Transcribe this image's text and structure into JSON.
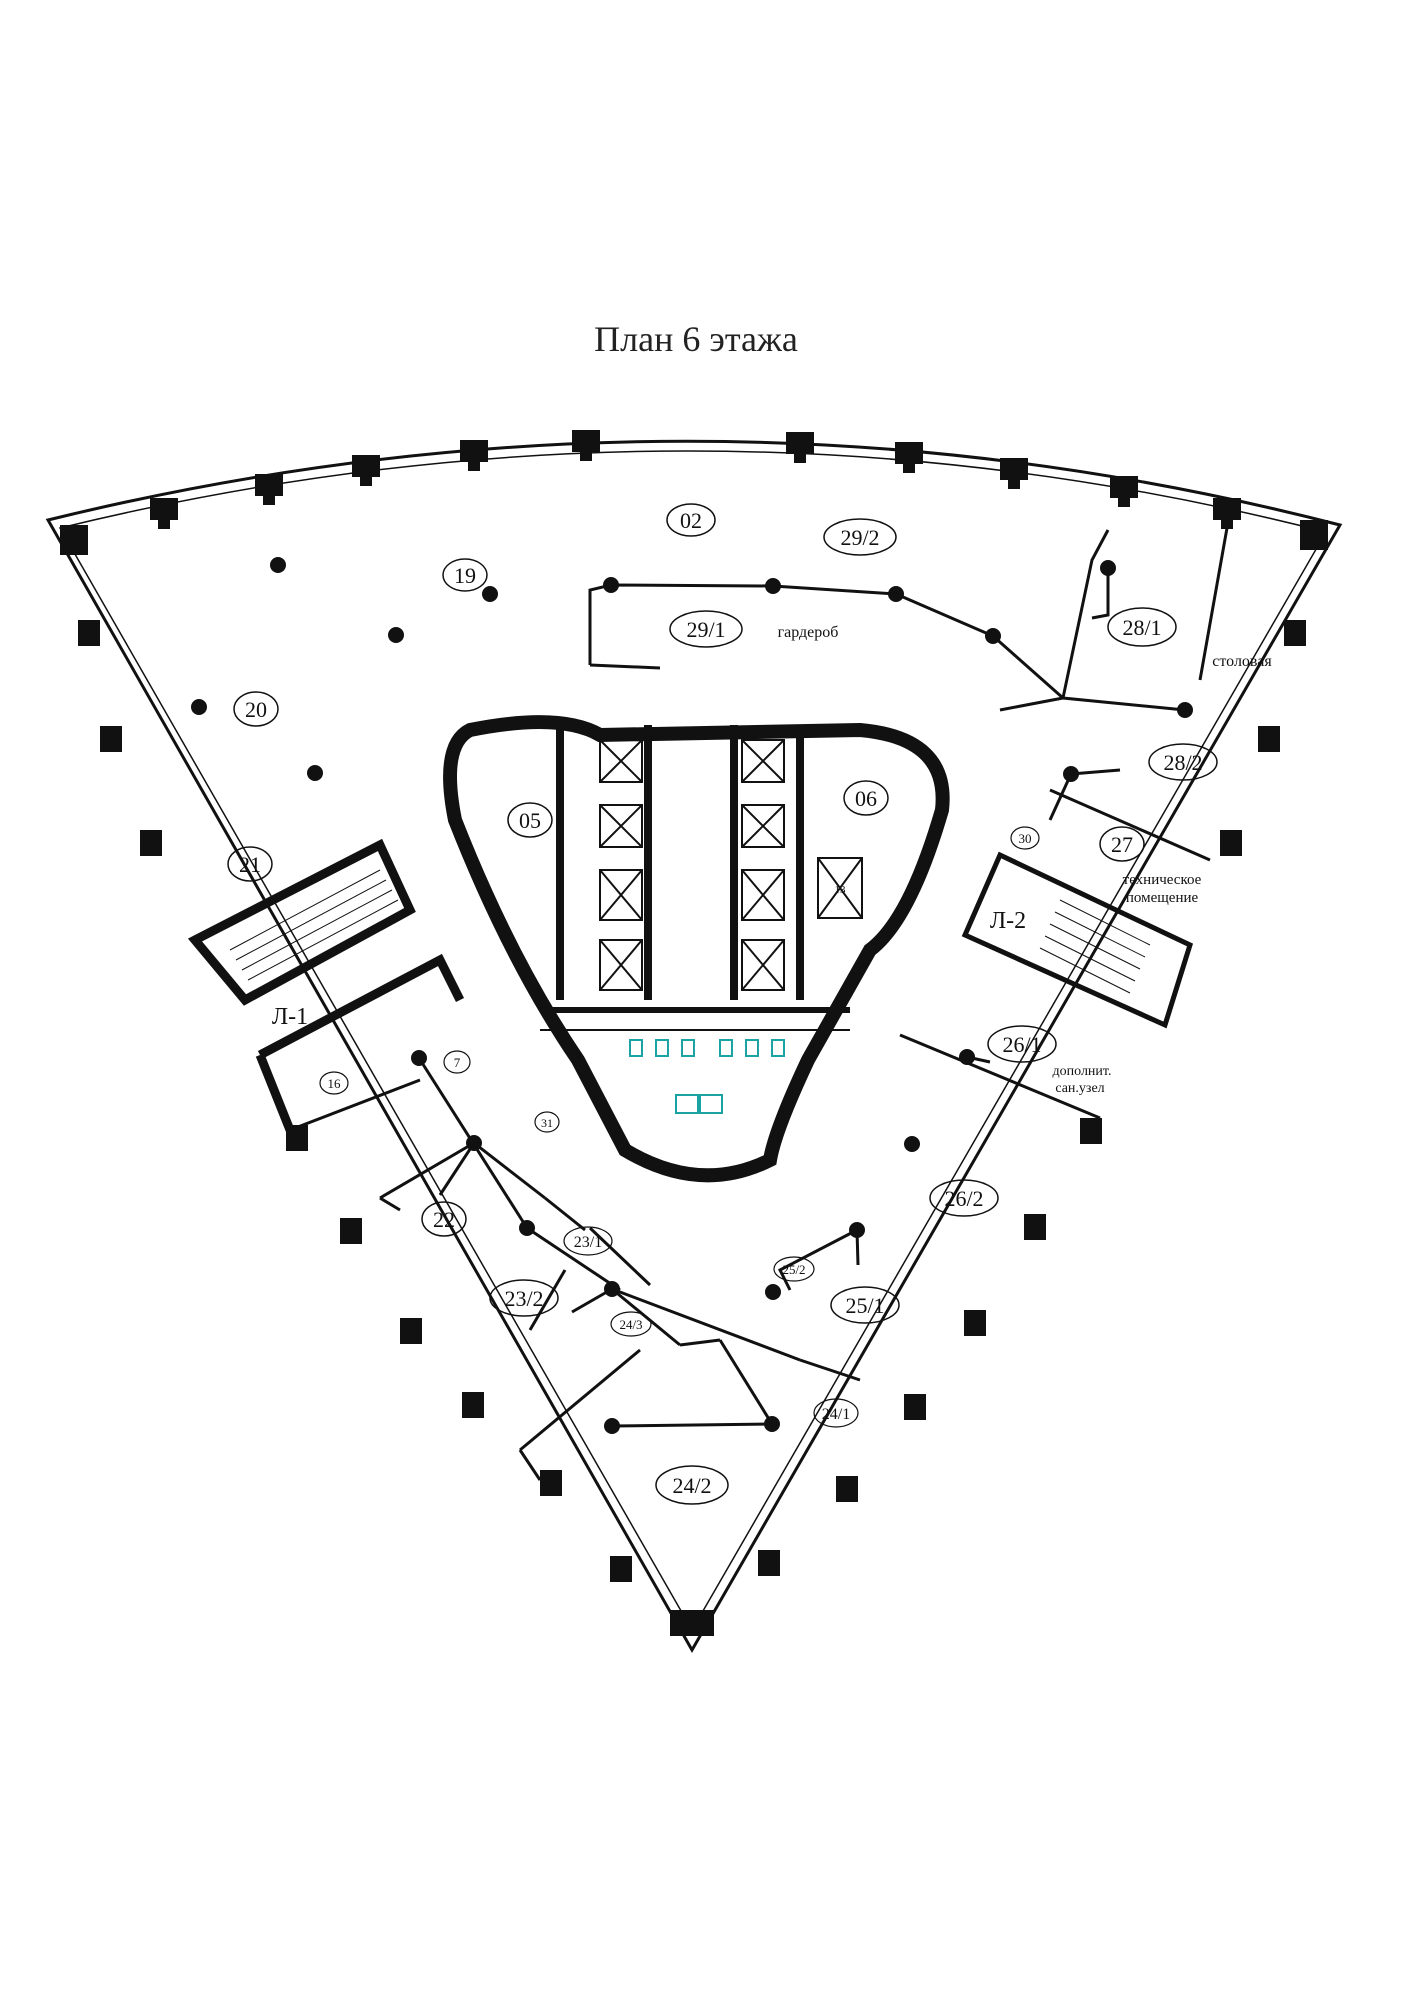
{
  "title": "План 6 этажа",
  "rooms": [
    {
      "id": "02",
      "circled": true
    },
    {
      "id": "29/2",
      "circled": true
    },
    {
      "id": "19",
      "circled": true
    },
    {
      "id": "29/1",
      "circled": true
    },
    {
      "id": "гардероб",
      "circled": false
    },
    {
      "id": "28/1",
      "circled": true
    },
    {
      "id": "столовая",
      "circled": false
    },
    {
      "id": "20",
      "circled": true
    },
    {
      "id": "05",
      "circled": true
    },
    {
      "id": "06",
      "circled": true
    },
    {
      "id": "28/2",
      "circled": true
    },
    {
      "id": "30",
      "circled": true
    },
    {
      "id": "27",
      "circled": true
    },
    {
      "id": "техническое",
      "circled": false
    },
    {
      "id": "помещение",
      "circled": false
    },
    {
      "id": "21",
      "circled": true
    },
    {
      "id": "Л-2",
      "circled": false
    },
    {
      "id": "Л-1",
      "circled": false
    },
    {
      "id": "7",
      "circled": true
    },
    {
      "id": "16",
      "circled": true
    },
    {
      "id": "26/1",
      "circled": true
    },
    {
      "id": "дополнит.",
      "circled": false
    },
    {
      "id": "сан.узел",
      "circled": false
    },
    {
      "id": "31",
      "circled": true
    },
    {
      "id": "22",
      "circled": true
    },
    {
      "id": "26/2",
      "circled": true
    },
    {
      "id": "23/1",
      "circled": true
    },
    {
      "id": "25/2",
      "circled": true
    },
    {
      "id": "23/2",
      "circled": true
    },
    {
      "id": "25/1",
      "circled": true
    },
    {
      "id": "24/3",
      "circled": true
    },
    {
      "id": "24/1",
      "circled": true
    },
    {
      "id": "24/2",
      "circled": true
    },
    {
      "id": "13",
      "circled": false
    }
  ],
  "colors": {
    "wall": "#111111",
    "fixtures": "#1aa3a3",
    "paper": "#ffffff"
  }
}
